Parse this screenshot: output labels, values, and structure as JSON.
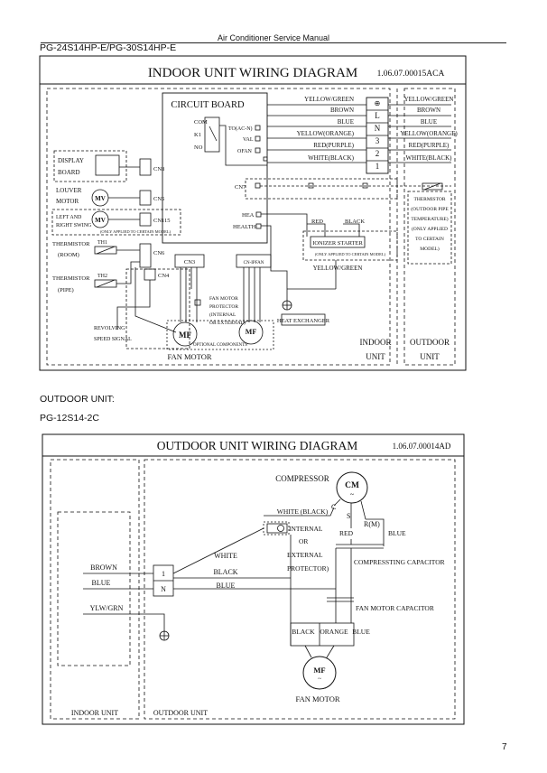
{
  "header": {
    "manual_title": "Air Conditioner Service Manual",
    "model_indoor": "PG-24S14HP-E/PG-30S14HP-E"
  },
  "indoor_diagram": {
    "title": "INDOOR UNIT WIRING DIAGRAM",
    "code": "1.06.07.00015ACA",
    "circuit_board": "CIRCUIT BOARD",
    "relay": {
      "com": "COM",
      "k1": "K1",
      "no": "NO"
    },
    "board_terminals": [
      "TO(AC-N)",
      "VAL",
      "OFAN"
    ],
    "terminal_labels": [
      "⊕",
      "L",
      "N",
      "3",
      "2",
      "1"
    ],
    "left_wires": [
      "YELLOW/GREEN",
      "BROWN",
      "BLUE",
      "YELLOW(ORANGE)",
      "RED(PURPLE)",
      "WHITE(BLACK)"
    ],
    "right_wires": [
      "YELLOW/GREEN",
      "BROWN",
      "BLUE",
      "YELLOW(ORANGE)",
      "RED(PURPLE)",
      "WHITE(BLACK)"
    ],
    "display_board": [
      "DISPLAY",
      "BOARD"
    ],
    "louver_motor": [
      "LOUVER",
      "MOTOR"
    ],
    "lr_swing": [
      "LEFT AND",
      "RIGHT SWING"
    ],
    "only_applied": "(ONLY APPLIED TO CERTAIN MODEL)",
    "thermistor_room": [
      "THERMISTOR",
      "(ROOM)"
    ],
    "thermistor_pipe": [
      "THERMISTOR",
      "(PIPE)"
    ],
    "mv": "MV",
    "connectors": [
      "CN8",
      "CN5",
      "CN115",
      "CN6",
      "CN4",
      "CN3",
      "CN7"
    ],
    "th1": "TH1",
    "th2": "TH2",
    "cn_ipfan": "CN-IPFAN",
    "hea": "HEA",
    "health": "HEALTH",
    "red": "RED",
    "black": "BLACK",
    "ionizer": "IONIZER STARTER",
    "ionizer_note": "(ONLY APPLIED TO CERTAIN MODEL)",
    "yellow_green": "YELLOW/GREEN",
    "heat_exchanger": "HEAT EXCHANGER",
    "fan_motor_protector": [
      "FAN MOTOR",
      "PROTECTOR",
      "(INTERNAL",
      "OR EXTERNAL)"
    ],
    "revolving": [
      "REVOLVING",
      "SPEED SIGNAL"
    ],
    "optional": "OPTIONAL COMPONENTS",
    "mf": "MF",
    "fan_motor": "FAN MOTOR",
    "thermistor_outdoor": [
      "THERMISTOR",
      "(OUTDOOR PIPE",
      "TEMPERATURE)",
      "(ONLY APPLIED",
      "TO CERTAIN",
      "MODEL)"
    ],
    "indoor_unit": [
      "INDOOR",
      "UNIT"
    ],
    "outdoor_unit": [
      "OUTDOOR",
      "UNIT"
    ]
  },
  "outdoor_section": {
    "label": "OUTDOOR UNIT:",
    "model": "PG-12S14-2C"
  },
  "outdoor_diagram": {
    "title": "OUTDOOR UNIT WIRING DIAGRAM",
    "code": "1.06.07.00014AD",
    "compressor": "COMPRESSOR",
    "cm": "CM",
    "tilde": "~",
    "white_black": "WHITE (BLACK)",
    "c": "C",
    "s": "S",
    "r": "R",
    "r_m": "R(M)",
    "internal": [
      "INTERNAL",
      "OR",
      "EXTERNAL",
      "PROTECTOR)"
    ],
    "red": "RED",
    "blue": "BLUE",
    "white": "WHITE",
    "black": "BLACK",
    "brown": "BROWN",
    "ylw_grn": "YLW/GRN",
    "term": [
      "1",
      "N"
    ],
    "compressing_capacitor": "COMPRESSTING CAPACITOR",
    "fan_motor_capacitor": "FAN MOTOR CAPACITOR",
    "orange": "ORANGE",
    "mf": "MF",
    "fan_motor": "FAN MOTOR",
    "indoor_unit": "INDOOR UNIT",
    "outdoor_unit": "OUTDOOR UNIT"
  },
  "footer": {
    "page": "7"
  }
}
